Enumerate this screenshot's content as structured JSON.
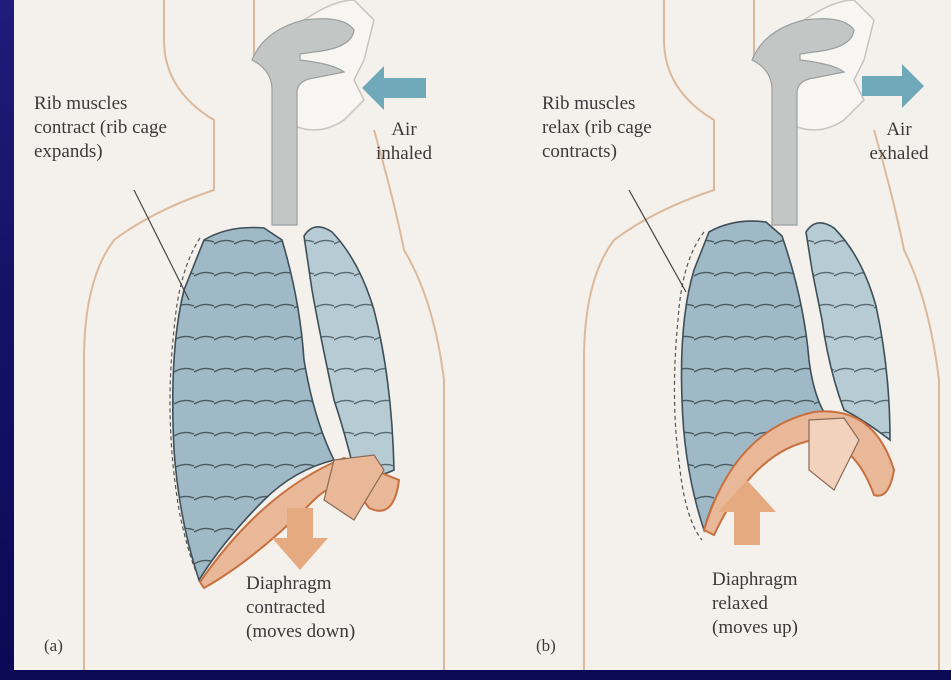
{
  "figure": {
    "panel_a": {
      "letter": "(a)",
      "rib_label": "Rib muscles\ncontract (rib cage\nexpands)",
      "air_label": "Air\ninhaled",
      "diaphragm_label": "Diaphragm\ncontracted\n(moves down)"
    },
    "panel_b": {
      "letter": "(b)",
      "rib_label": "Rib muscles\nrelax (rib cage\ncontracts)",
      "air_label": "Air\nexhaled",
      "diaphragm_label": "Diaphragm\nrelaxed\n(moves up)"
    }
  },
  "colors": {
    "slide_bg": "#141266",
    "paper": "#f4f1ec",
    "lung": "#9fb9c6",
    "lung_dark": "#7f9dad",
    "diaphragm": "#e8b898",
    "diaphragm_edge": "#c8703f",
    "air_arrow": "#6fa9b9",
    "diaphragm_arrow": "#e6aa80",
    "body_outline": "#dcb99b",
    "trachea": "#c4c6c6"
  }
}
